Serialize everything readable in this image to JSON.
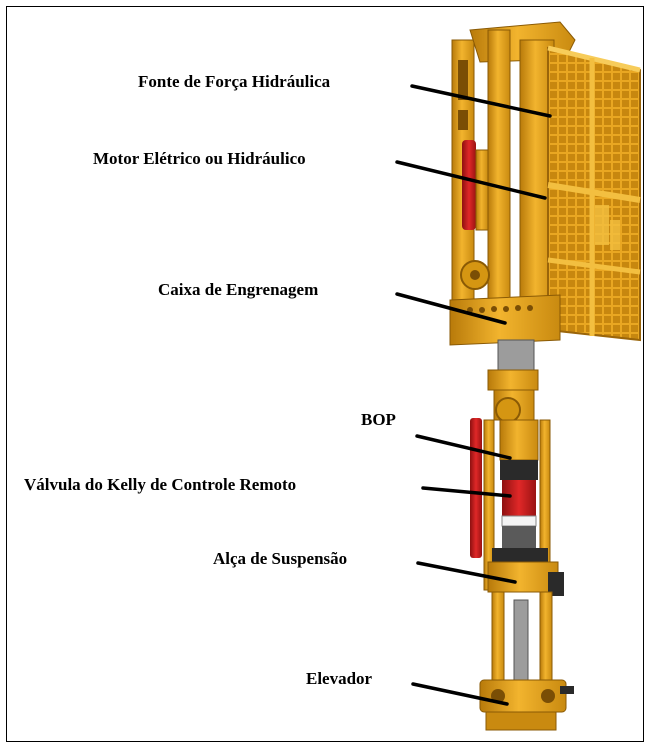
{
  "labels": {
    "hydraulic_power": "Fonte de Força Hidráulica",
    "motor": "Motor Elétrico ou Hidráulico",
    "gearbox": "Caixa de Engrenagem",
    "bop": "BOP",
    "kelly_valve": "Válvula do Kelly de Controle Remoto",
    "bail": "Alça de Suspensão",
    "elevator": "Elevador"
  },
  "colors": {
    "body": "#E8A317",
    "body_dark": "#B87A0A",
    "body_light": "#F5C24A",
    "red": "#C81E1E",
    "steel": "#8A8A8A",
    "dark": "#2A2A2A",
    "leader": "#000000"
  }
}
